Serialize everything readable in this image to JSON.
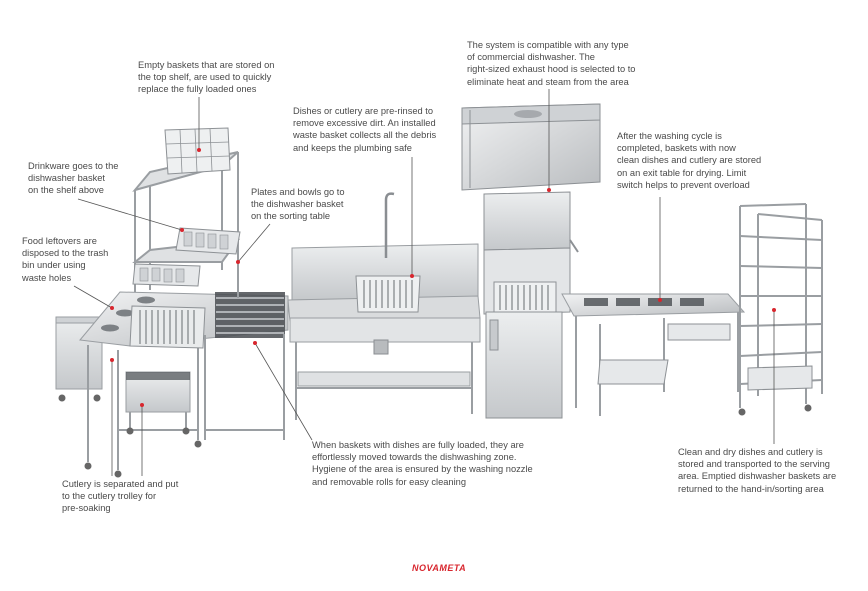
{
  "callouts": {
    "empty_baskets": "Empty baskets that are stored on\nthe top shelf, are used to quickly\nreplace the fully loaded ones",
    "system_compatible": "The system is compatible with any type\nof commercial dishwasher. The\nright-sized exhaust hood is selected to to\neliminate heat and steam from the area",
    "dishes_prerinsed": "Dishes or cutlery are pre-rinsed to\nremove excessive dirt. An installed\nwaste basket collects all the debris\nand keeps the plumbing safe",
    "after_washing": "After the washing cycle is\ncompleted, baskets with now\nclean dishes and cutlery are stored\non an exit table for drying. Limit\nswitch helps to prevent overload",
    "drinkware": "Drinkware goes to the\ndishwasher basket\non the shelf above",
    "plates_bowls": "Plates and bowls go to\nthe dishwasher basket\non the sorting table",
    "food_leftovers": "Food leftovers are\ndisposed to the trash\nbin under using\nwaste holes",
    "baskets_loaded": "When baskets with dishes are fully loaded, they are\neffortlessly moved towards the dishwashing zone.\nHygiene of the area is ensured by the washing nozzle\nand removable rolls for easy cleaning",
    "clean_dry": "Clean and dry dishes and cutlery is\nstored and transported to the serving\narea. Emptied dishwasher baskets are\nreturned to the hand-in/sorting area",
    "cutlery": "Cutlery is separated and put\nto the cutlery trolley for\npre-soaking"
  },
  "logo_text": "NOVAMETA",
  "colors": {
    "steel_light": "#e4e6e8",
    "steel_mid": "#c3c6c9",
    "steel_dark": "#8a8e92",
    "leader": "#555555",
    "logo": "#d8262e"
  }
}
